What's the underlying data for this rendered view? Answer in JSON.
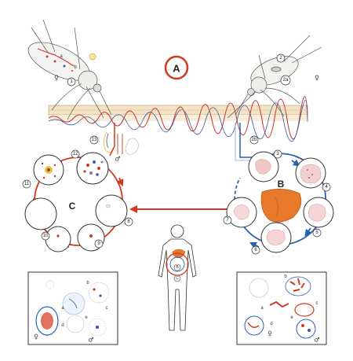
{
  "labels": {
    "section_a": "A",
    "section_b": "B",
    "section_c": "C",
    "human_b": "B",
    "human_c": "C"
  },
  "symbols": {
    "female": "♀",
    "male": "♂"
  },
  "steps": {
    "s1": "1",
    "s2": "2",
    "s2a": "2a",
    "s3": "3",
    "s4": "4",
    "s5": "5",
    "s6": "6",
    "s7": "7",
    "s8": "8",
    "s9": "9",
    "s10": "10",
    "s11": "11",
    "s12": "12",
    "s13": "13",
    "s2b": "2b"
  },
  "mosquito_parts": {
    "a": "a",
    "b": "b"
  },
  "panel_left_letters": [
    "a",
    "b",
    "c",
    "d",
    "e"
  ],
  "panel_right_letters": [
    "a",
    "b",
    "c",
    "d",
    "e"
  ],
  "colors": {
    "red_arrow": "#d2381f",
    "blue_arrow": "#2b62b0",
    "liver": "#e8782a",
    "skin": "#f3e3c4",
    "outline": "#333333"
  }
}
